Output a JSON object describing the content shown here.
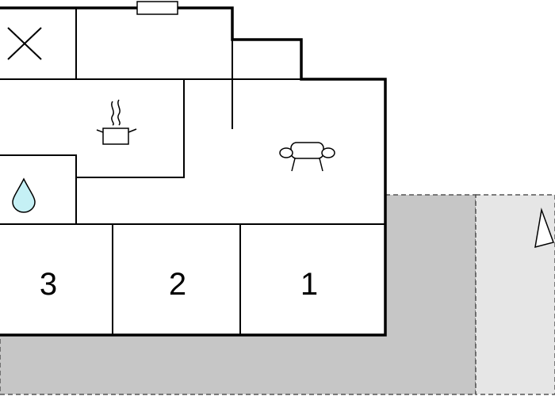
{
  "floorplan": {
    "rooms": [
      {
        "label": "3",
        "kind": "bedroom"
      },
      {
        "label": "2",
        "kind": "bedroom"
      },
      {
        "label": "1",
        "kind": "bedroom"
      }
    ],
    "icons": [
      "closed-room-x-icon",
      "kitchen-pot-icon",
      "sofa-icon",
      "bathroom-water-drop-icon",
      "compass-north-icon"
    ],
    "colors": {
      "wall": "#000000",
      "terrace": "#c6c6c6",
      "garden": "#e6e6e6",
      "water": "#c5f0f5",
      "background": "#ffffff"
    }
  }
}
